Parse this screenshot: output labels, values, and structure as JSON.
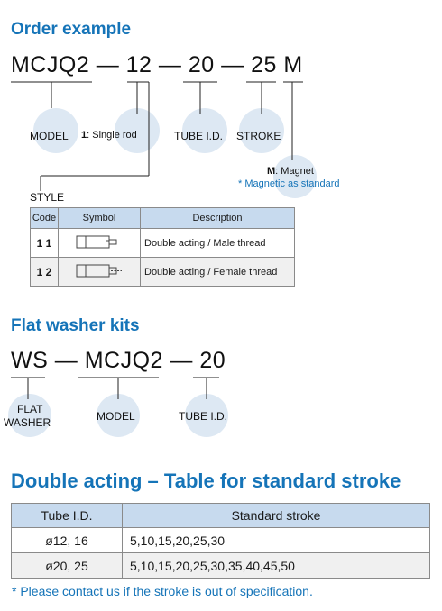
{
  "order_example": {
    "title": "Order example",
    "code": {
      "model": "MCJQ2",
      "dash1": "—",
      "bore": "12",
      "dash2": "—",
      "tube": "20",
      "dash3": "—",
      "stroke": "25",
      "magnet": "M"
    },
    "labels": {
      "model": "MODEL",
      "single_rod_num": "1",
      "single_rod_text": ": Single rod",
      "tube_id": "TUBE I.D.",
      "stroke": "STROKE",
      "magnet_code": "M",
      "magnet_text": ": Magnet",
      "magnet_note": "* Magnetic as standard",
      "style": "STYLE"
    },
    "style_table": {
      "headers": [
        "Code",
        "Symbol",
        "Description"
      ],
      "rows": [
        {
          "code_a": "1",
          "code_b": "1",
          "description": "Double acting / Male thread"
        },
        {
          "code_a": "1",
          "code_b": "2",
          "description": "Double acting / Female thread"
        }
      ]
    }
  },
  "washer_kits": {
    "title": "Flat washer kits",
    "code": {
      "prefix": "WS",
      "dash1": "—",
      "model": "MCJQ2",
      "dash2": "—",
      "tube": "20"
    },
    "labels": {
      "flat": "FLAT",
      "washer": "WASHER",
      "model": "MODEL",
      "tube_id": "TUBE I.D."
    }
  },
  "stroke_table": {
    "title": "Double acting – Table for standard stroke",
    "headers": [
      "Tube I.D.",
      "Standard stroke"
    ],
    "rows": [
      {
        "tube": "ø12, 16",
        "stroke": "5,10,15,20,25,30"
      },
      {
        "tube": "ø20, 25",
        "stroke": "5,10,15,20,25,30,35,40,45,50"
      }
    ],
    "note": "* Please contact us if the stroke is out of specification."
  },
  "colors": {
    "accent": "#1574b8",
    "circle": "#dde8f3",
    "header_fill": "#c7daee"
  }
}
